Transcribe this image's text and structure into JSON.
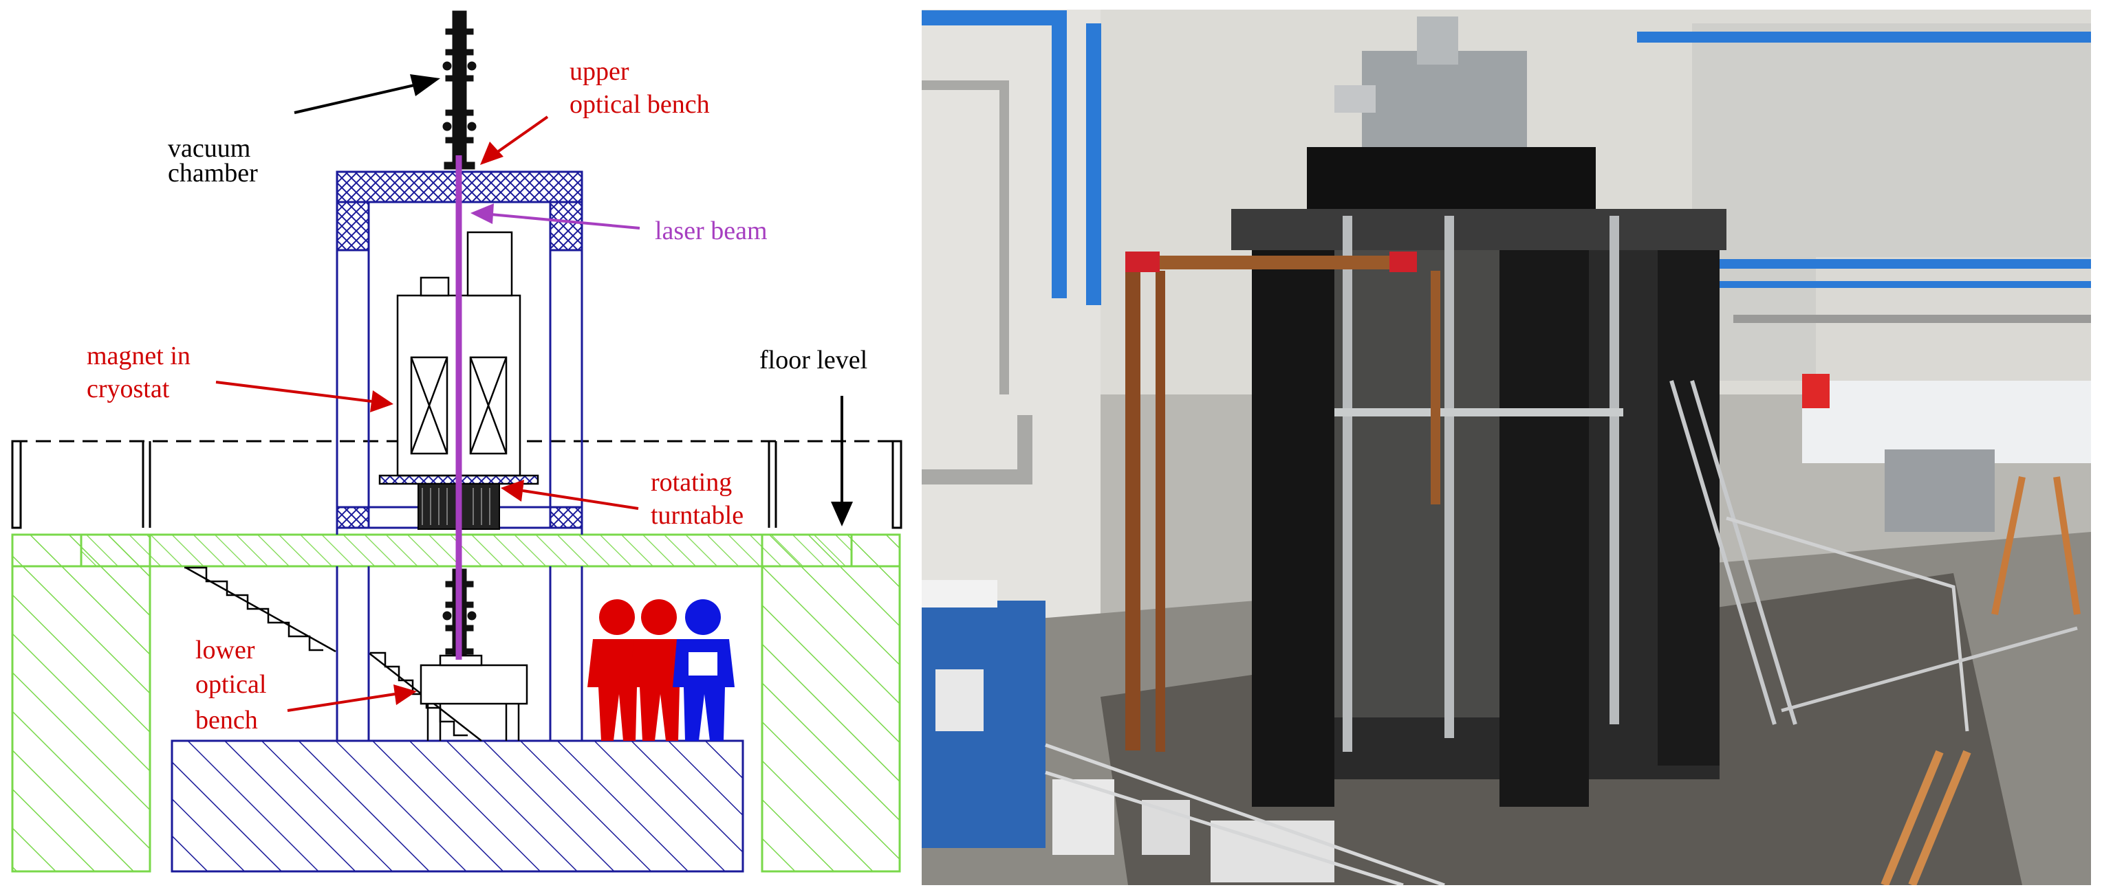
{
  "labels": {
    "upper_bench_1": "upper",
    "upper_bench_2": "optical bench",
    "vacuum_1": "vacuum",
    "vacuum_2": "chamber",
    "laser": "laser beam",
    "magnet_1": "magnet in",
    "magnet_2": "cryostat",
    "floor": "floor level",
    "turntable_1": "rotating",
    "turntable_2": "turntable",
    "lower_1": "lower",
    "lower_2": "optical",
    "lower_3": "bench"
  },
  "colors": {
    "label_red": "#d00000",
    "label_black": "#000000",
    "laser_violet": "#a63ec0",
    "structure_blue": "#1a1a9a",
    "floor_green": "#79d84a",
    "person_red": "#dd0000",
    "person_blue": "#0d16e0"
  },
  "photo": {
    "description_icon": "laboratory-photo"
  }
}
